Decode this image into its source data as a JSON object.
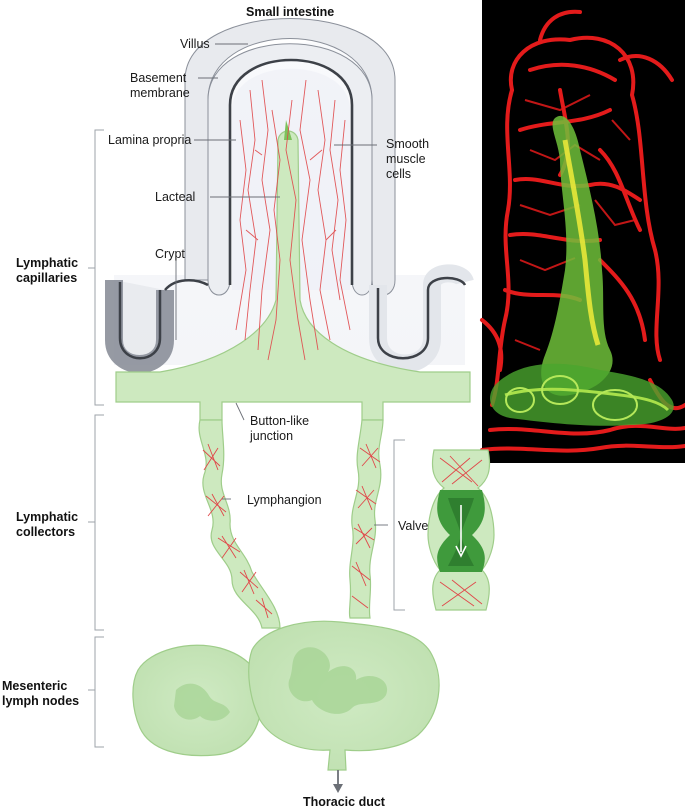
{
  "title": "Small intestine",
  "labels": {
    "villus": "Villus",
    "basement_membrane": "Basement\nmembrane",
    "lamina_propria": "Lamina propria",
    "smooth_muscle_cells": "Smooth\nmuscle\ncells",
    "lacteal": "Lacteal",
    "crypt": "Crypt",
    "button_like_junction": "Button-like\njunction",
    "lymphangion": "Lymphangion",
    "valve": "Valve"
  },
  "sections": {
    "lymphatic_capillaries": "Lymphatic\ncapillaries",
    "lymphatic_collectors": "Lymphatic\ncollectors",
    "mesenteric_lymph_nodes": "Mesenteric\nlymph nodes"
  },
  "footer": "Thoracic duct",
  "colors": {
    "lymph_fill": "#cde9bf",
    "lymph_stroke": "#9fcd8a",
    "epithelium": "#e9ebef",
    "lumen": "#e4e6ee",
    "muscle": "#e0484a",
    "valve": "#3f9a3c",
    "micrograph_bg": "#000000",
    "micrograph_blood": "#e31b1b",
    "micrograph_lymph": "#7fd23a"
  }
}
